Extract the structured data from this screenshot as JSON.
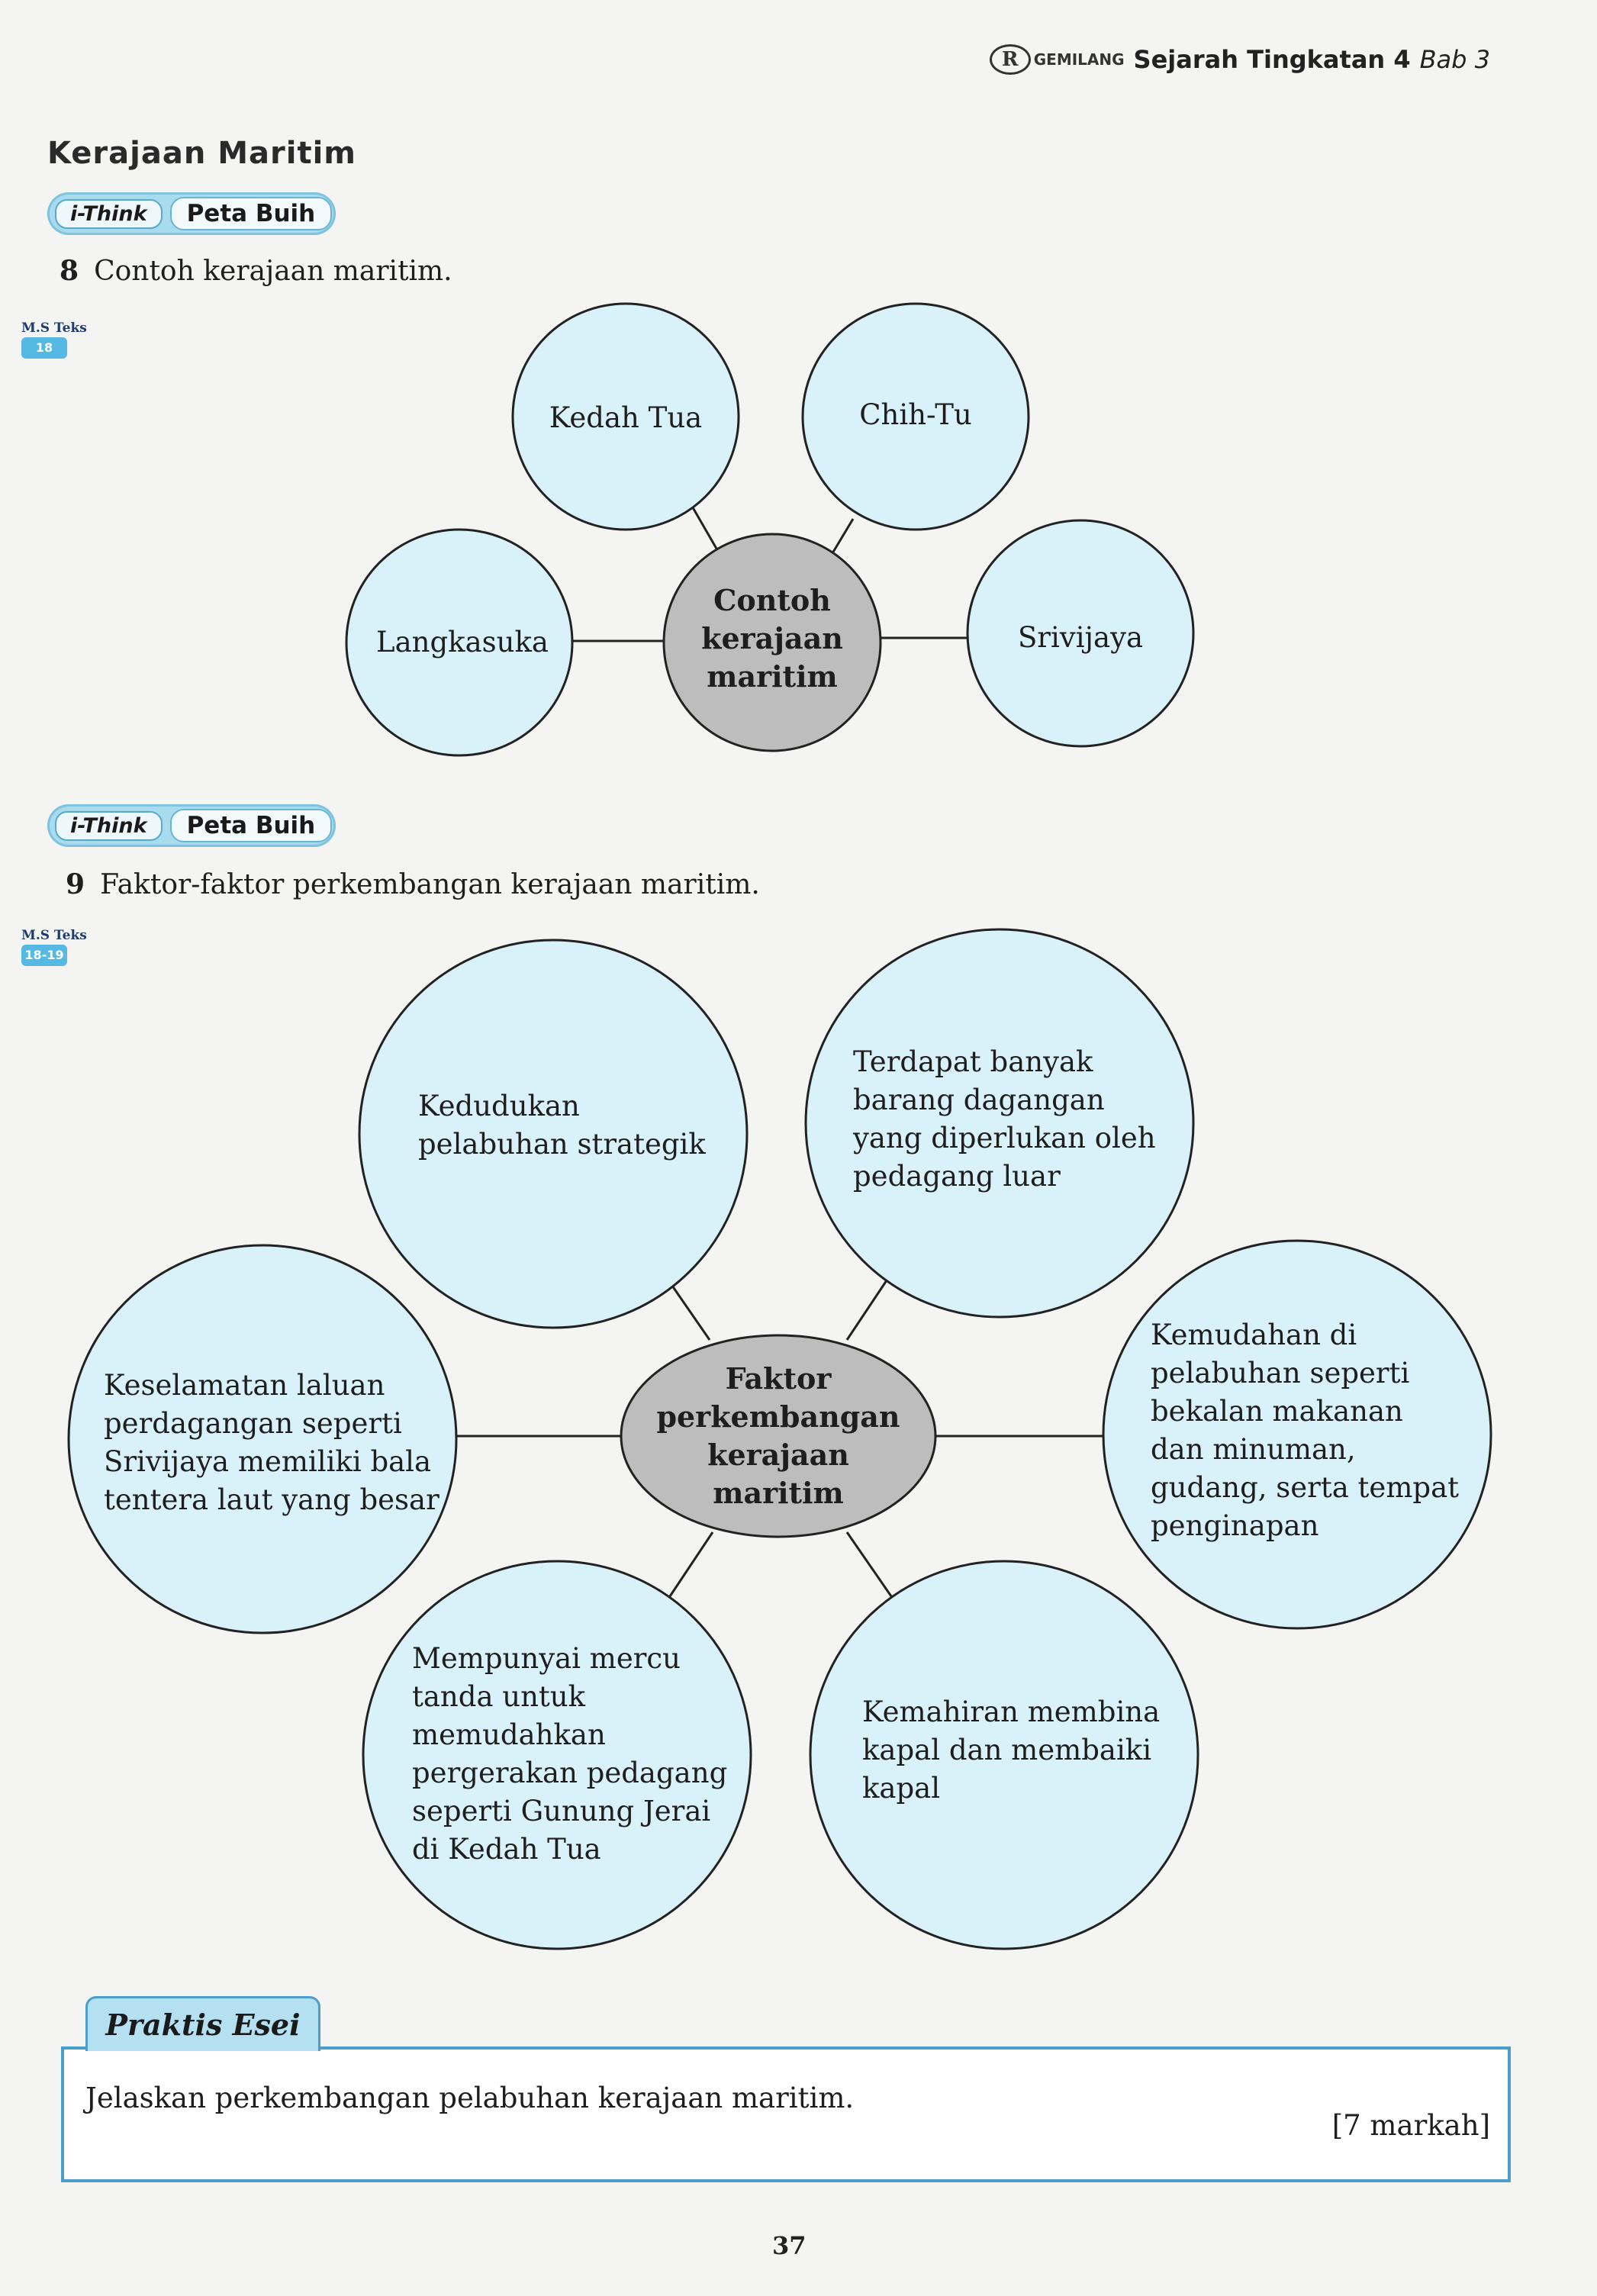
{
  "header": {
    "logo": "GEMILANG",
    "title": "Sejarah Tingkatan 4",
    "chapter": "Bab 3"
  },
  "section_title": "Kerajaan Maritim",
  "ithink": {
    "logo": "i-Think",
    "label": "Peta Buih"
  },
  "ms_teks_label": "M.S Teks",
  "q8": {
    "number": "8",
    "text": "Contoh kerajaan maritim.",
    "page_ref": "18",
    "center": [
      "Contoh",
      "kerajaan",
      "maritim"
    ],
    "bubbles": [
      "Kedah Tua",
      "Chih-Tu",
      "Langkasuka",
      "Srivijaya"
    ]
  },
  "q9": {
    "number": "9",
    "text": "Faktor-faktor perkembangan kerajaan maritim.",
    "page_ref": "18-19",
    "center": [
      "Faktor",
      "perkembangan",
      "kerajaan",
      "maritim"
    ],
    "bubbles": [
      [
        "Kedudukan",
        "pelabuhan strategik"
      ],
      [
        "Terdapat banyak",
        "barang dagangan",
        "yang diperlukan oleh",
        "pedagang luar"
      ],
      [
        "Keselamatan laluan",
        "perdagangan seperti",
        "Srivijaya memiliki bala",
        "tentera laut yang besar"
      ],
      [
        "Kemudahan di",
        "pelabuhan seperti",
        "bekalan makanan",
        "dan minuman,",
        "gudang, serta tempat",
        "penginapan"
      ],
      [
        "Mempunyai mercu",
        "tanda untuk",
        "memudahkan",
        "pergerakan pedagang",
        "seperti Gunung Jerai",
        "di Kedah Tua"
      ],
      [
        "Kemahiran membina",
        "kapal dan membaiki",
        "kapal"
      ]
    ]
  },
  "esei": {
    "tab": "Praktis Esei",
    "question": "Jelaskan perkembangan pelabuhan kerajaan maritim.",
    "marks": "[7 markah]"
  },
  "page_number": "37",
  "colors": {
    "bubble_fill": "#d9f1f9",
    "hub_fill": "#bdbdbd",
    "accent": "#4a9ec9"
  }
}
